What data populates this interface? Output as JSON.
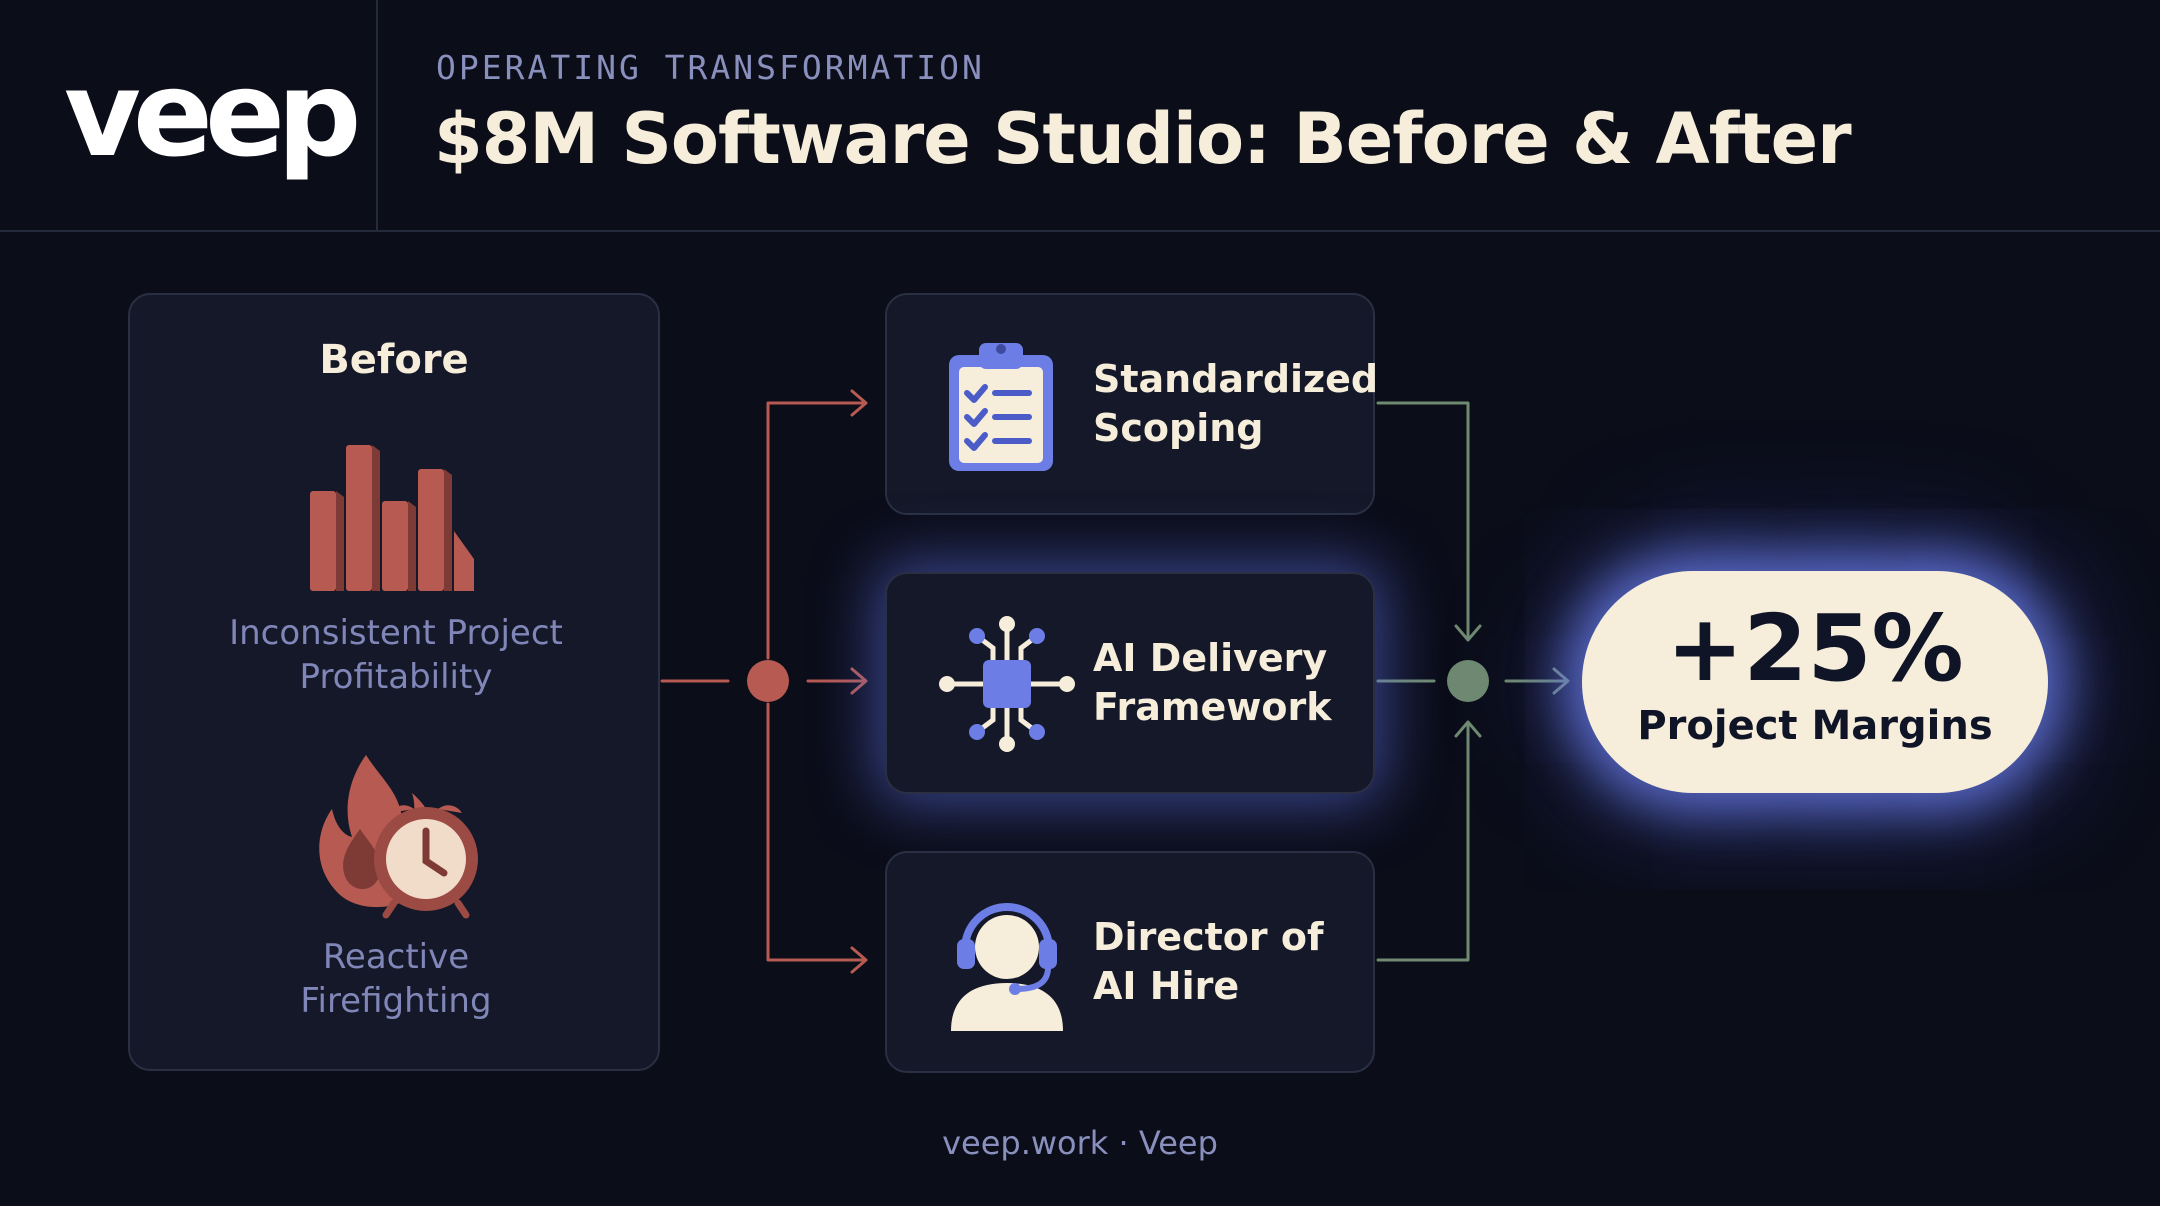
{
  "brand": {
    "logo_text": "veep"
  },
  "header": {
    "eyebrow": "OPERATING TRANSFORMATION",
    "title": "$8M Software Studio: Before & After"
  },
  "before": {
    "title": "Before",
    "items": [
      {
        "icon": "declining-bar-chart-icon",
        "label_line1": "Inconsistent Project",
        "label_line2": "Profitability"
      },
      {
        "icon": "fire-alarm-clock-icon",
        "label_line1": "Reactive",
        "label_line2": "Firefighting"
      }
    ]
  },
  "steps": [
    {
      "icon": "clipboard-checklist-icon",
      "label_line1": "Standardized",
      "label_line2": "Scoping"
    },
    {
      "icon": "ai-network-chip-icon",
      "label_line1": "AI Delivery",
      "label_line2": "Framework"
    },
    {
      "icon": "headset-person-icon",
      "label_line1": "Director of",
      "label_line2": "AI Hire"
    }
  ],
  "result": {
    "value": "+25%",
    "label": "Project Margins"
  },
  "footer": {
    "text": "veep.work · Veep"
  },
  "colors": {
    "background": "#0b0d19",
    "card": "#141828",
    "cream": "#f6eedb",
    "muted_text": "#8087b8",
    "red_accent": "#b65a52",
    "green_accent": "#6f8a70",
    "glow_blue": "#6376ee"
  }
}
